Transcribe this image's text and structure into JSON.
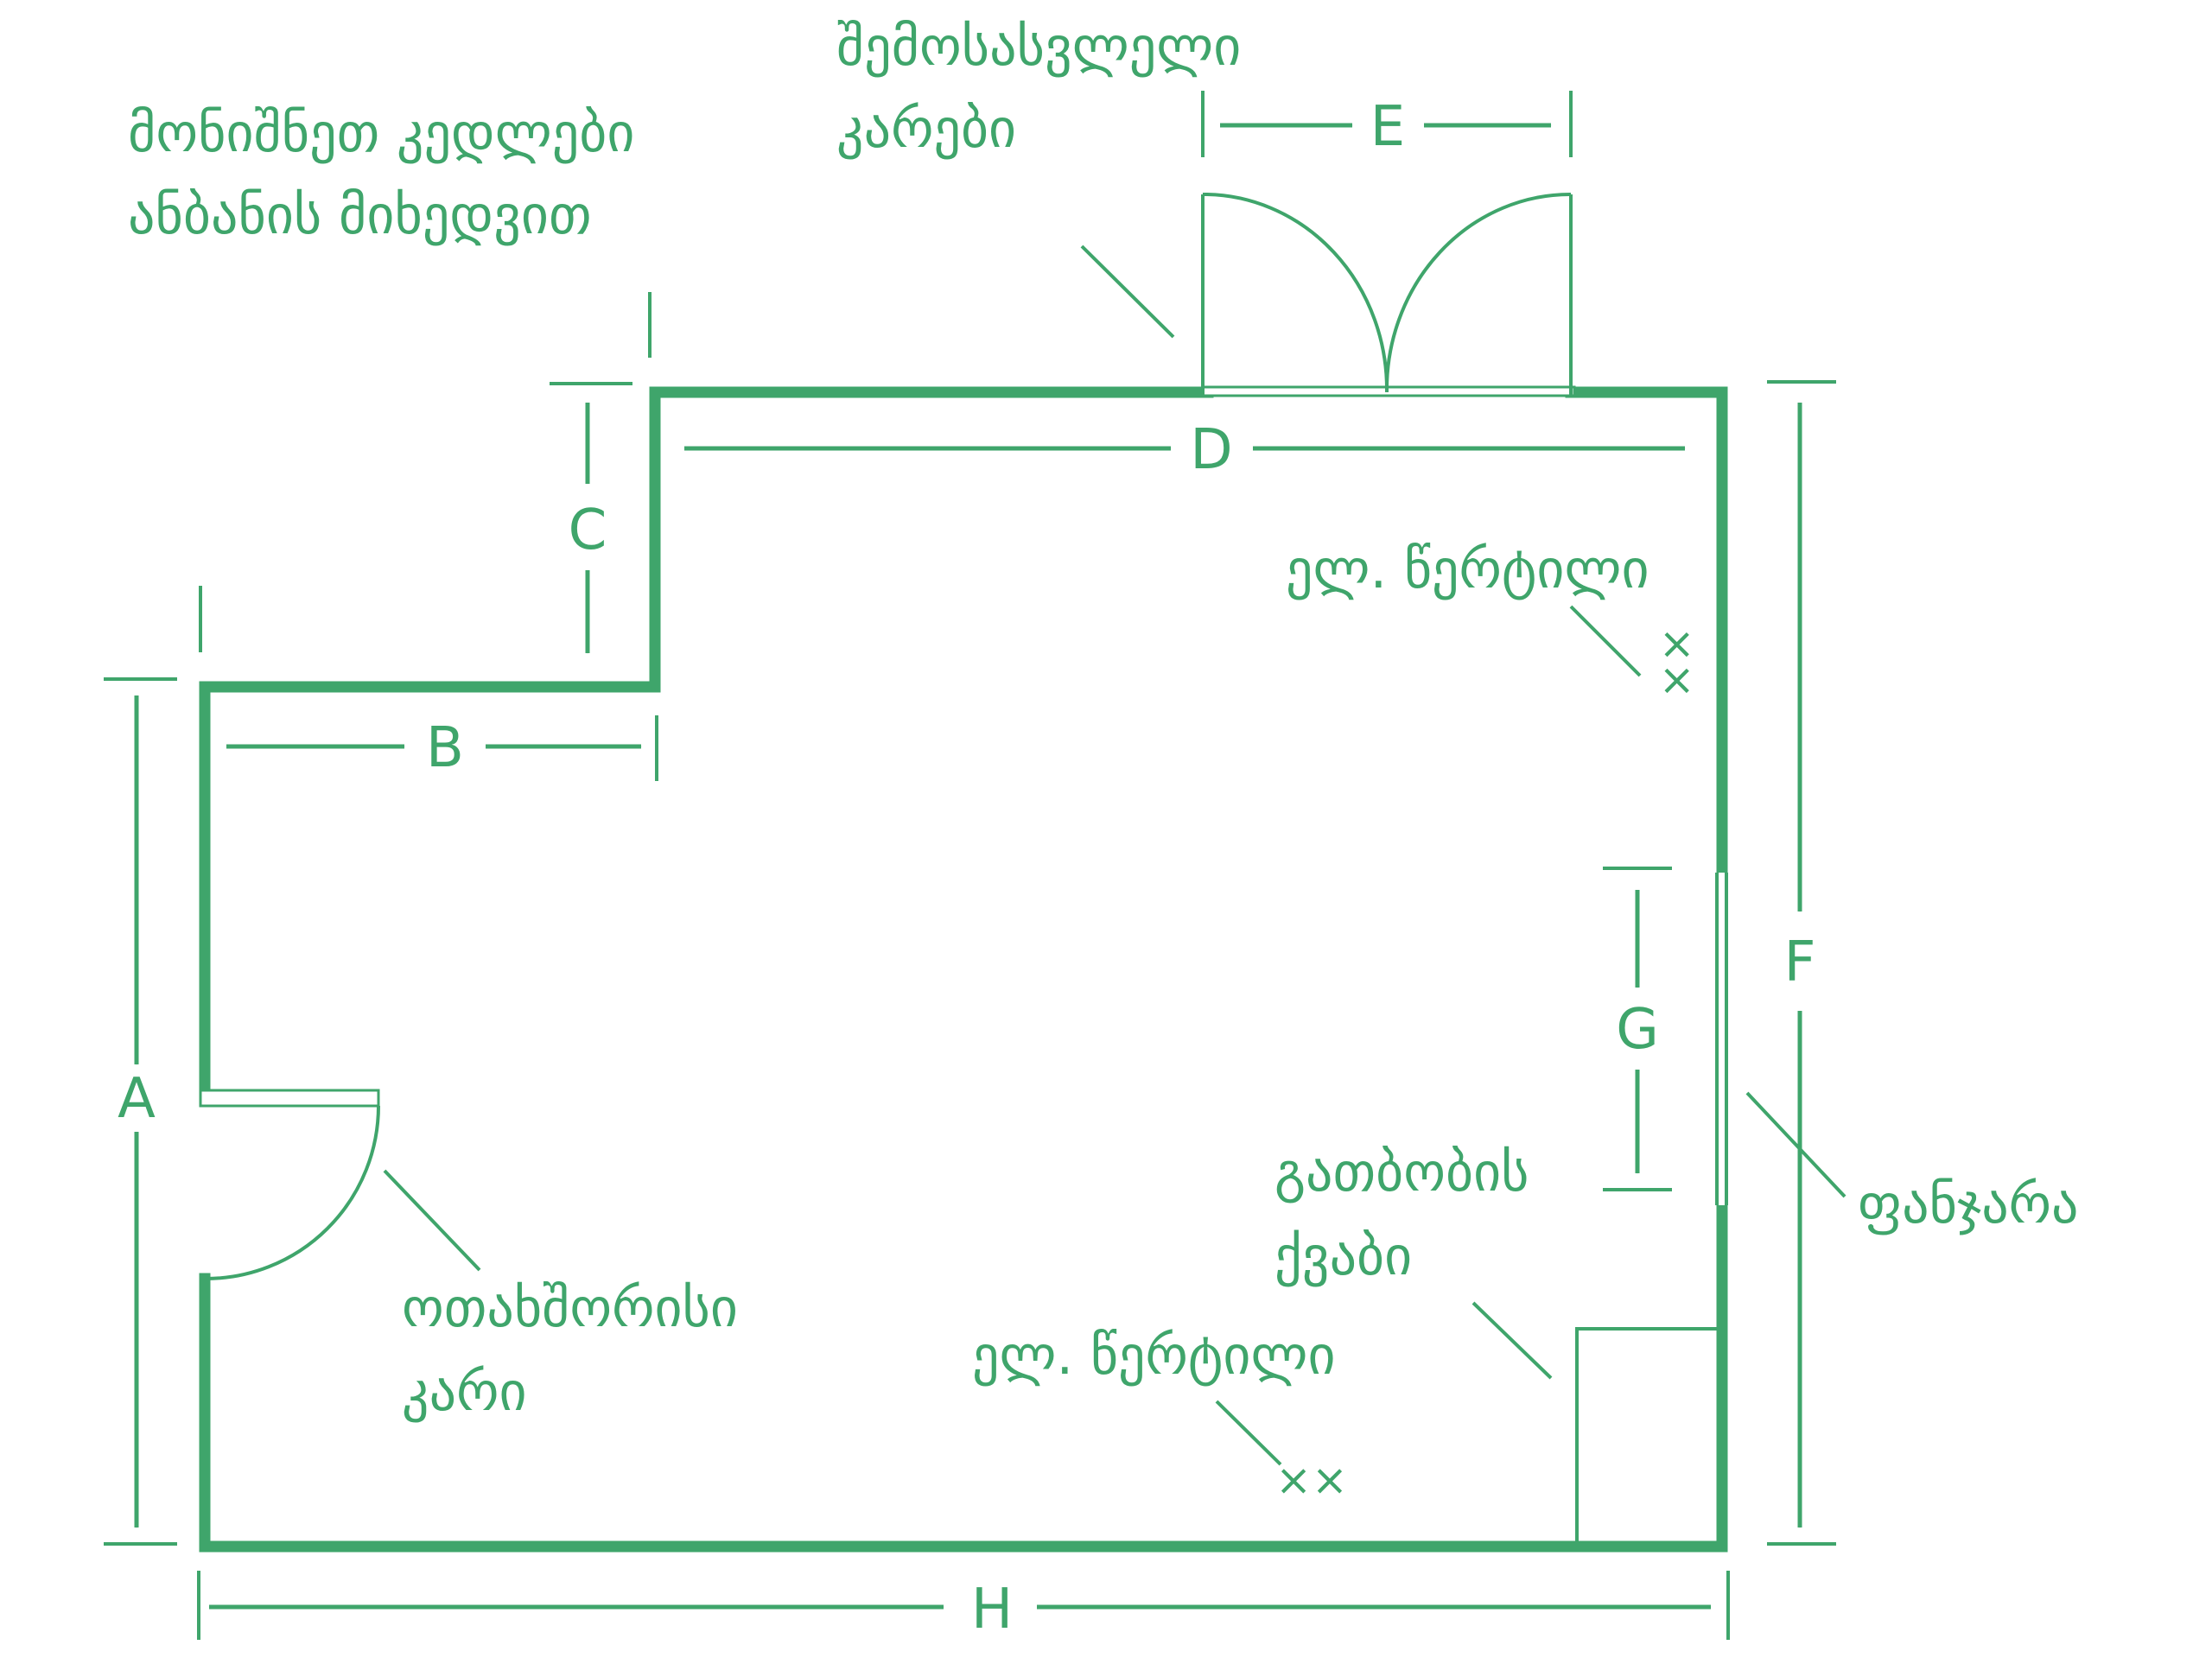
{
  "labels": {
    "mark_walls_line1": "მონიშნეთ კედლები",
    "mark_walls_line2": "ანბანის მიხედვით",
    "entrance_line1": "შემოსასვლელი",
    "entrance_line2": "კარები",
    "socket_top": "ელ. წერტილი",
    "socket_bottom": "ელ. წერტილი",
    "heater_line1": "გათბობის",
    "heater_line2": "ქვაბი",
    "window": "ფანჯარა",
    "interior_door_line1": "ოთახშორისი",
    "interior_door_line2": "კარი",
    "socket_mark": "××"
  },
  "dimensions": {
    "A": "A",
    "B": "B",
    "C": "C",
    "D": "D",
    "E": "E",
    "F": "F",
    "G": "G",
    "H": "H"
  },
  "colors": {
    "accent": "#3fa56b"
  }
}
